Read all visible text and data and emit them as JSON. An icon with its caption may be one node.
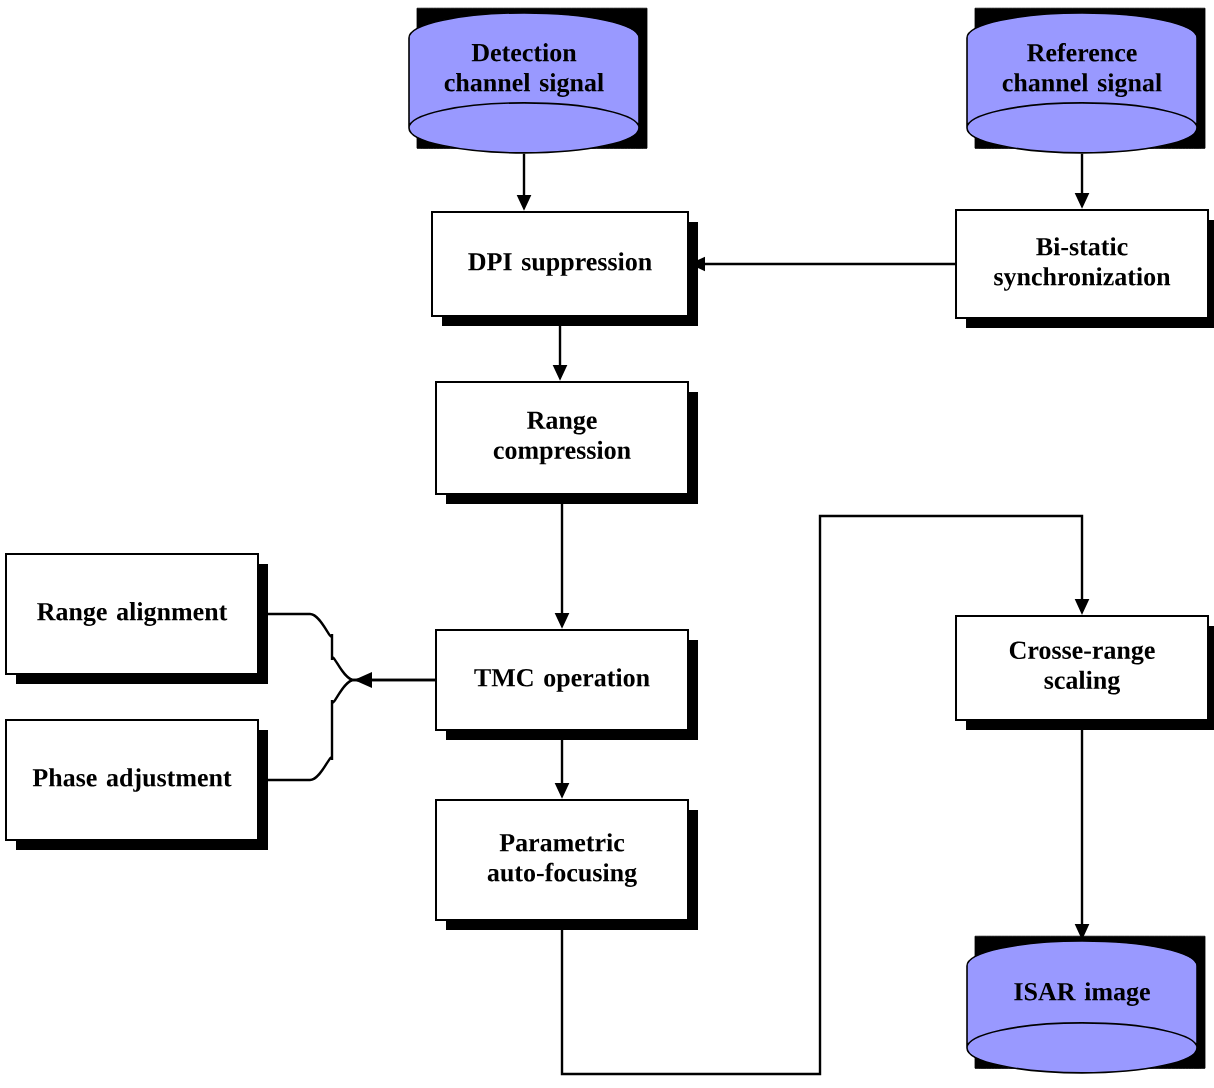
{
  "diagram": {
    "nodes": [
      {
        "text": [
          "Detection channel signal"
        ]
      },
      {
        "text": [
          "Reference channel signal"
        ]
      },
      {
        "text": [
          "DPI suppression"
        ]
      },
      {
        "text": [
          "Bi-static synchronization"
        ]
      },
      {
        "text": [
          "Range compression"
        ]
      },
      {
        "text": [
          "Range alignment"
        ]
      },
      {
        "text": [
          "Phase adjustment"
        ]
      },
      {
        "text": [
          "TMC operation"
        ]
      },
      {
        "text": [
          "Crosse-range scaling"
        ]
      },
      {
        "text": [
          "Parametric auto-focusing"
        ]
      },
      {
        "text": [
          "ISAR image"
        ]
      }
    ],
    "edges": [
      {
        "from": 0,
        "to": 2,
        "arrow": "to"
      },
      {
        "from": 1,
        "to": 3,
        "arrow": "to"
      },
      {
        "from": 3,
        "to": 2,
        "arrow": "to"
      },
      {
        "from": 2,
        "to": 4,
        "arrow": "to"
      },
      {
        "from": 4,
        "to": 7,
        "arrow": "to"
      },
      {
        "from": 7,
        "to": 5,
        "arrow": "to"
      },
      {
        "from": 7,
        "to": 6,
        "arrow": "to"
      },
      {
        "from": 7,
        "to": 9,
        "arrow": "to"
      },
      {
        "from": 9,
        "to": 8,
        "arrow": "to"
      },
      {
        "from": 8,
        "to": 10,
        "arrow": "to"
      }
    ]
  }
}
